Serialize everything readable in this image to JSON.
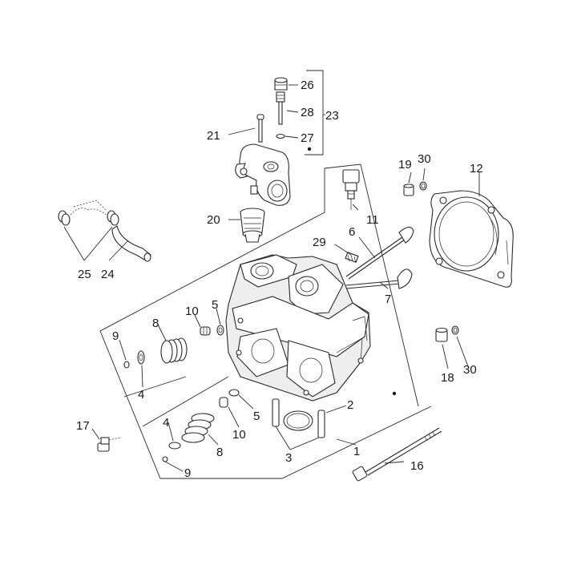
{
  "callouts": {
    "c1": "1",
    "c2": "2",
    "c3": "3",
    "c4a": "4",
    "c4b": "4",
    "c5a": "5",
    "c5b": "5",
    "c6": "6",
    "c7": "7",
    "c8a": "8",
    "c8b": "8",
    "c9a": "9",
    "c9b": "9",
    "c10a": "10",
    "c10b": "10",
    "c11": "11",
    "c12": "12",
    "c16": "16",
    "c17": "17",
    "c18": "18",
    "c19": "19",
    "c20": "20",
    "c21": "21",
    "c23": "23",
    "c24": "24",
    "c25": "25",
    "c26": "26",
    "c27": "27",
    "c28": "28",
    "c29": "29",
    "c30a": "30",
    "c30b": "30"
  },
  "colors": {
    "line": "#2a2a2a",
    "text": "#1a1a1a",
    "background": "#ffffff"
  }
}
